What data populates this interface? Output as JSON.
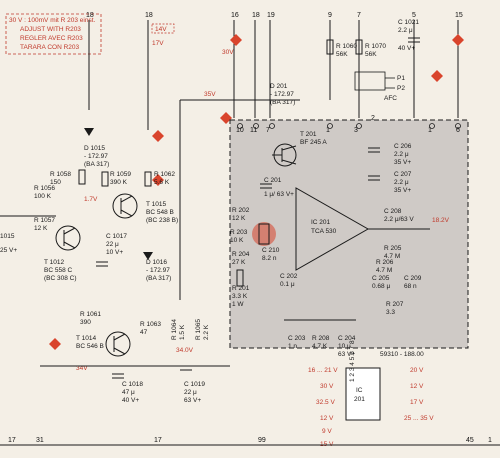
{
  "note_box": {
    "lines": [
      "30 V : 100mV mit R 203 einst.",
      "ADJUST WITH R203",
      "REGLER AVEC R203",
      "TARARA CON R203"
    ],
    "color": "#c0392b"
  },
  "voltage_tags": {
    "v14": "14V",
    "v17": "17V",
    "v30": "30V",
    "v35": "35V",
    "v34": "34V",
    "v34b": "34.0V",
    "v182": "18.2V",
    "v17b": "1.7V"
  },
  "pins_top": [
    "18",
    "18",
    "16",
    "18",
    "19",
    "9",
    "7",
    "5",
    "15"
  ],
  "pins_bottom": [
    "17",
    "31",
    "17",
    "99",
    "45",
    "1"
  ],
  "module": {
    "pins_top": [
      "10",
      "11",
      "7",
      "1",
      "3",
      "2",
      "1",
      "6"
    ],
    "label": "59310 - 188.00",
    "fill": "#cfcac6"
  },
  "components": {
    "r1060": [
      "R 1060",
      "56K"
    ],
    "r1070": [
      "R 1070",
      "56K"
    ],
    "c1021": [
      "C 1021",
      "2.2 μ",
      "40 V+"
    ],
    "p1": "P1",
    "p2": "P2",
    "afc": "AFC",
    "d201": [
      "D 201",
      "- 172.97",
      "(BA 317)"
    ],
    "t201": [
      "T 201",
      "BF 245 A"
    ],
    "c206": [
      "C 206",
      "2.2 μ",
      "35 V+"
    ],
    "c207": [
      "C 207",
      "2.2 μ",
      "35 V+"
    ],
    "c201": [
      "C 201",
      "1 μ/ 63 V+"
    ],
    "r202": [
      "R 202",
      "12 K"
    ],
    "r203": [
      "R 203",
      "10 K"
    ],
    "r204": [
      "R 204",
      "27 K"
    ],
    "c210": [
      "C 210",
      "8.2 n"
    ],
    "ic201": [
      "IC 201",
      "TCA 530"
    ],
    "c208": [
      "C 208",
      "2.2 μ/63 V"
    ],
    "r205": [
      "R 205",
      "4.7 M"
    ],
    "r206": [
      "R 206",
      "4.7 M"
    ],
    "c205": [
      "C 205",
      "0.68 μ"
    ],
    "c209": [
      "C 209",
      "68 n"
    ],
    "r207": [
      "R 207",
      "3.3"
    ],
    "r201": [
      "R 201",
      "3.3 K",
      "1 W"
    ],
    "c202": [
      "C 202",
      "0.1 μ"
    ],
    "c203": [
      "C 203",
      "1 n"
    ],
    "r208": [
      "R 208",
      "4.7 K"
    ],
    "c204": [
      "C 204",
      "10 μ",
      "63 V+"
    ],
    "d1015": [
      "D 1015",
      "- 172.97",
      "(BA 317)"
    ],
    "d1016": [
      "D 1016",
      "- 172.97",
      "(BA 317)"
    ],
    "r1058": [
      "R 1058",
      "150"
    ],
    "r1059": [
      "R 1059",
      "390 K"
    ],
    "r1062": [
      "R 1062",
      "5.6 K"
    ],
    "r1056": [
      "R 1056",
      "100 K"
    ],
    "r1057": [
      "R 1057",
      "12 K"
    ],
    "t1015": [
      "T 1015",
      "BC 548 B",
      "(BC 238 B)"
    ],
    "t1012": [
      "T 1012",
      "BC 558 C",
      "(BC 308 C)"
    ],
    "c1017": [
      "C 1017",
      "22 μ",
      "10 V+"
    ],
    "c1015": [
      "1015",
      "25 V+"
    ],
    "r1061": [
      "R 1061",
      "390"
    ],
    "r1063": [
      "R 1063",
      "47"
    ],
    "r1064": [
      "R 1064",
      "1.5 K"
    ],
    "r1065": [
      "R 1065",
      "2.2 K"
    ],
    "t1014": [
      "T 1014",
      "BC 546 B"
    ],
    "c1018": [
      "C 1018",
      "47 μ",
      "40 V+"
    ],
    "c1019": [
      "C 1019",
      "22 μ",
      "63 V+"
    ],
    "ic_bottom": [
      "IC",
      "201"
    ]
  },
  "bottom_legend": {
    "left": [
      "16 ... 21 V",
      "30 V",
      "32.5 V",
      "12 V",
      "9 V",
      "15 V"
    ],
    "right": [
      "20 V",
      "12 V",
      "17 V",
      "25 ... 35 V"
    ],
    "pin_numbers": "1 2 3 4 5 6 7 8"
  },
  "colors": {
    "red": "#d9442c",
    "ink": "#1a1a1a",
    "paper": "#f4efe6"
  }
}
